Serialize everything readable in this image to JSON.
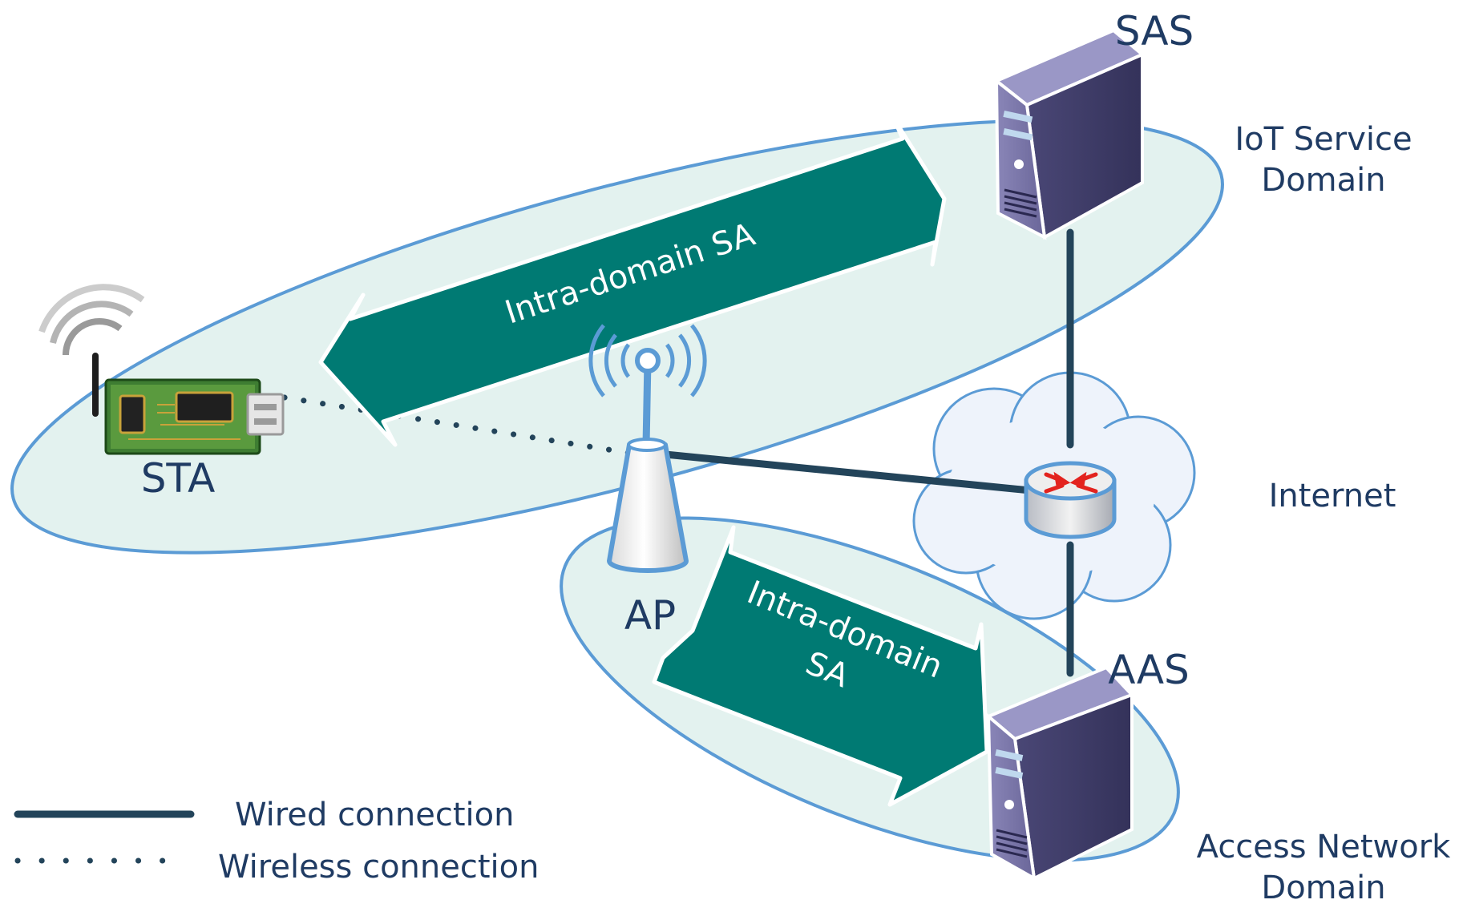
{
  "nodes": {
    "sas": "SAS",
    "aas": "AAS",
    "sta": "STA",
    "ap": "AP"
  },
  "domains": {
    "iot_line1": "IoT Service",
    "iot_line2": "Domain",
    "internet": "Internet",
    "access_line1": "Access Network",
    "access_line2": "Domain"
  },
  "arrows": {
    "upper": "Intra-domain SA",
    "lower_line1": "Intra-domain",
    "lower_line2": "SA"
  },
  "legend": {
    "wired": "Wired connection",
    "wireless": "Wireless connection"
  },
  "colors": {
    "domain_fill": "#e3f2ef",
    "domain_stroke": "#5b9bd5",
    "arrow": "#007a73",
    "link": "#23445a",
    "label": "#1f3b63",
    "server": "#5d5a8e"
  }
}
